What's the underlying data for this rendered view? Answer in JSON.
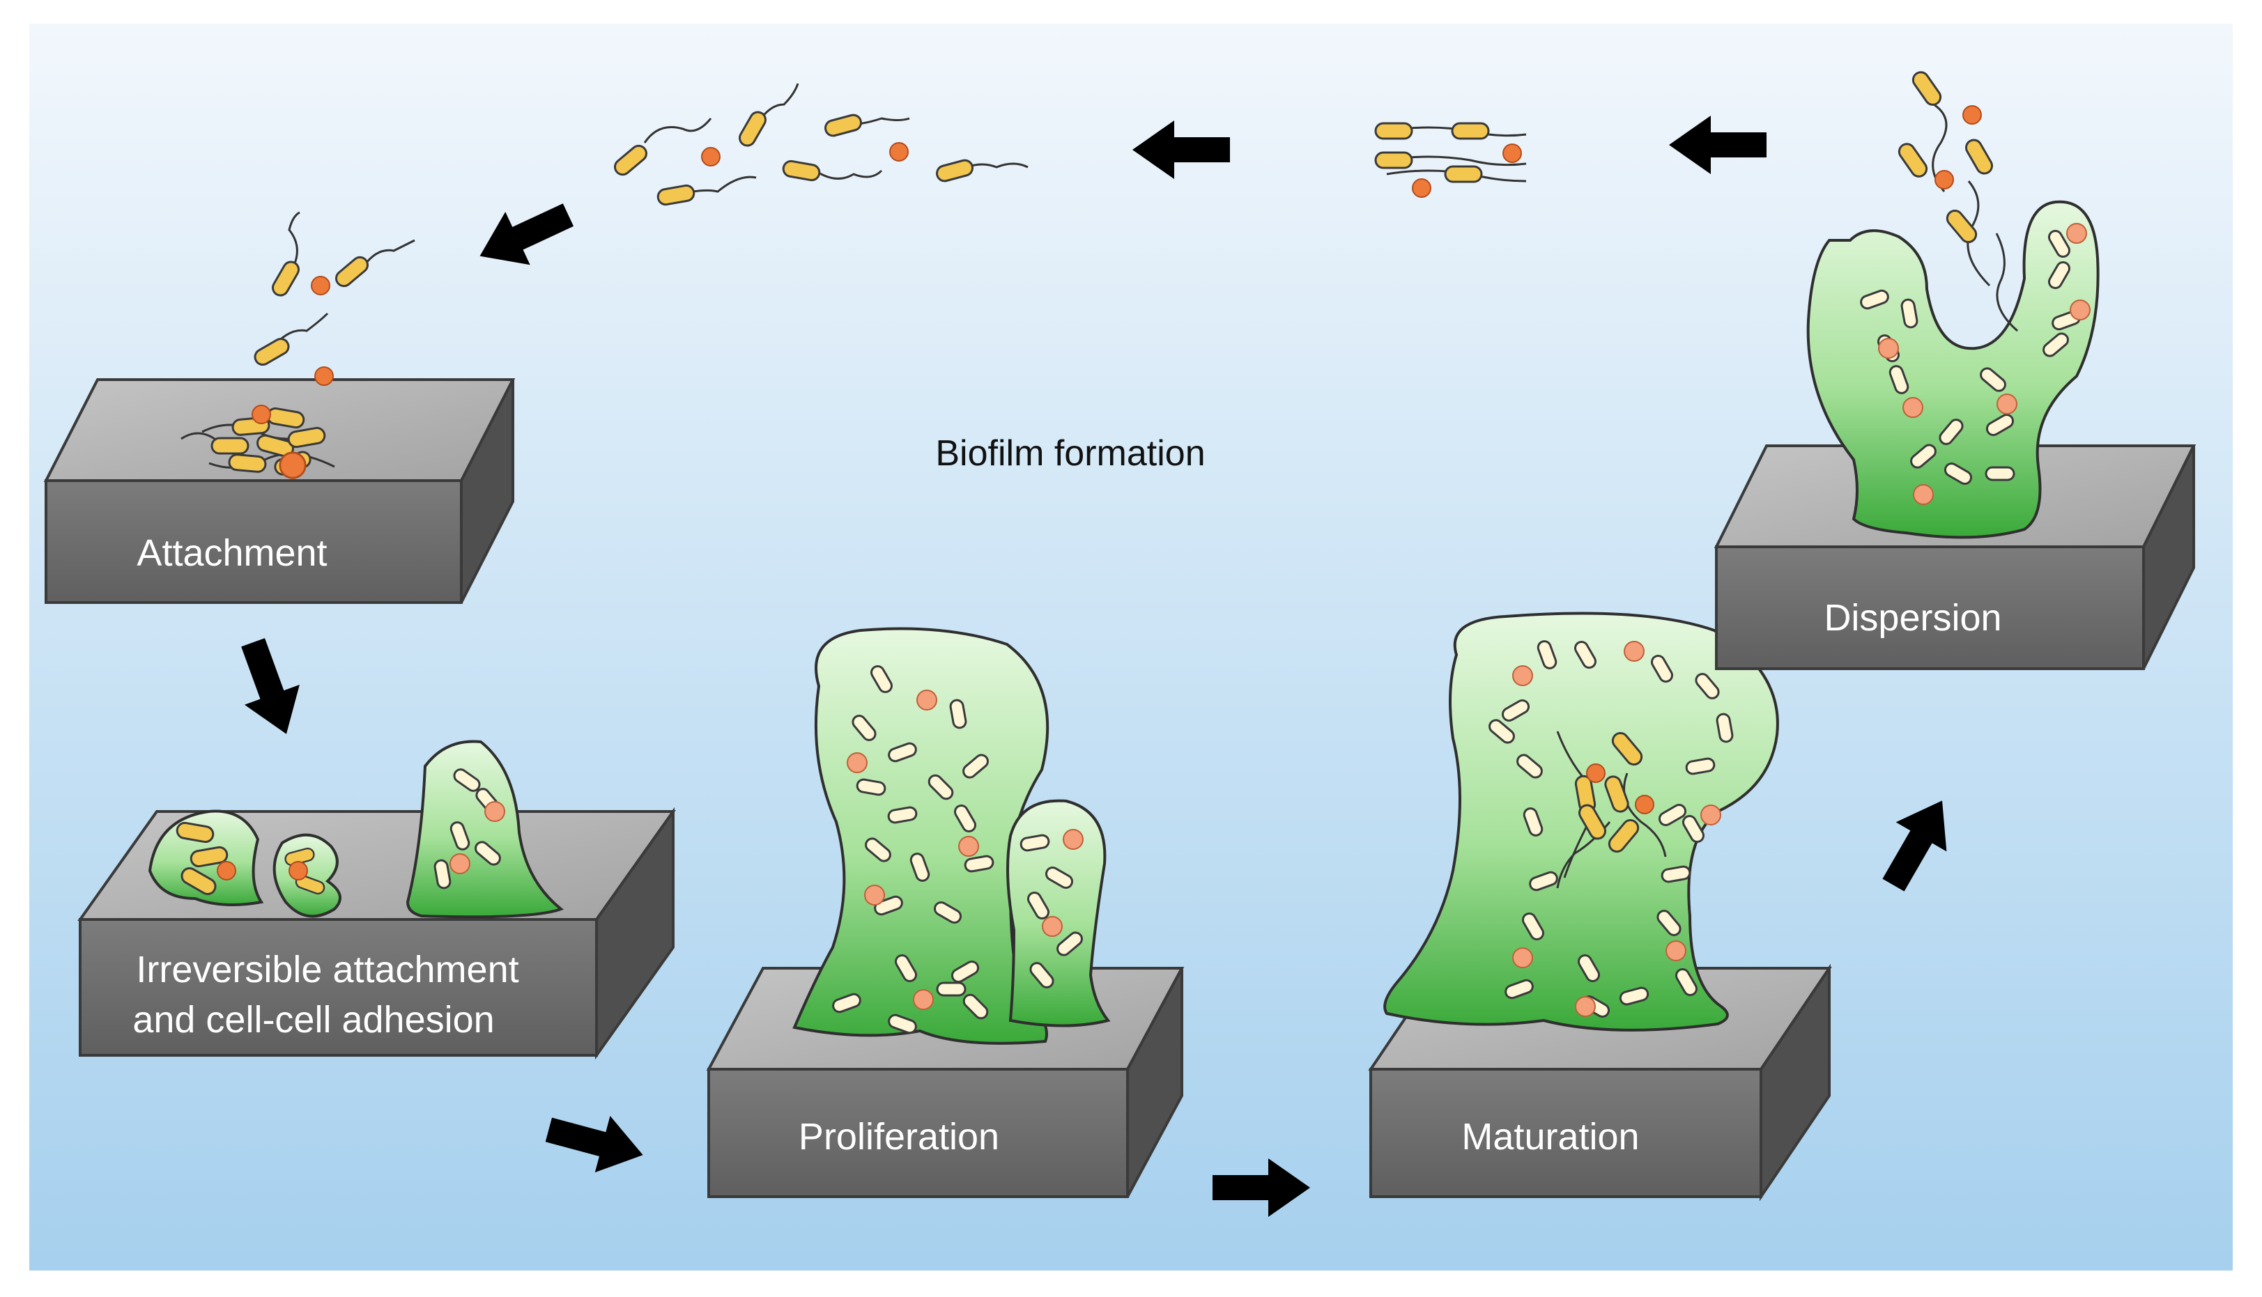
{
  "diagram": {
    "title": "Biofilm formation",
    "stages": [
      {
        "id": "attachment",
        "label_lines": [
          "Attachment"
        ]
      },
      {
        "id": "irreversible",
        "label_lines": [
          "Irreversible attachment",
          "and cell-cell adhesion"
        ]
      },
      {
        "id": "proliferation",
        "label_lines": [
          "Proliferation"
        ]
      },
      {
        "id": "maturation",
        "label_lines": [
          "Maturation"
        ]
      },
      {
        "id": "dispersion",
        "label_lines": [
          "Dispersion"
        ]
      }
    ],
    "colors": {
      "background_top": "#e6f1fb",
      "background_bottom": "#a9d2ee",
      "block_front": "#6f6f6f",
      "block_top": "#b7b7b7",
      "block_side": "#4e4e4e",
      "biofilm_light": "#c9efc0",
      "biofilm_dark": "#3fb43f",
      "rod_bacterium": "#f3c74f",
      "coccus_bacterium": "#ee7a3a",
      "embedded_rod": "#fff6d8",
      "arrow": "#000000"
    }
  }
}
